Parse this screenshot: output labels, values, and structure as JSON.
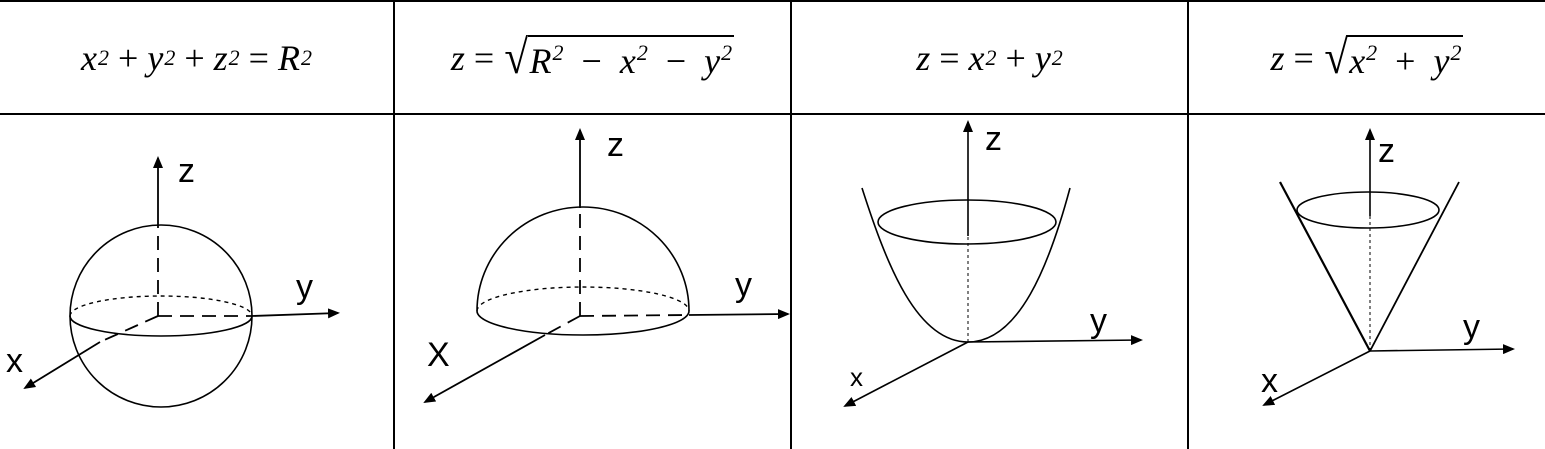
{
  "columns": [
    {
      "formula_parts": {
        "a": "x",
        "b": "y",
        "c": "z",
        "rhs": "R",
        "exp": "2",
        "plus": "+",
        "eq": "="
      },
      "axis_labels": {
        "z": "z",
        "y": "y",
        "x": "x"
      },
      "shape": "sphere"
    },
    {
      "formula_parts": {
        "lhs": "z",
        "eq": "=",
        "r": "R",
        "x": "x",
        "y": "y",
        "exp": "2",
        "minus": "−"
      },
      "axis_labels": {
        "z": "z",
        "y": "y",
        "x": "X"
      },
      "shape": "hemisphere"
    },
    {
      "formula_parts": {
        "lhs": "z",
        "eq": "=",
        "x": "x",
        "y": "y",
        "exp": "2",
        "plus": "+"
      },
      "axis_labels": {
        "z": "z",
        "y": "y",
        "x": "x"
      },
      "shape": "paraboloid"
    },
    {
      "formula_parts": {
        "lhs": "z",
        "eq": "=",
        "x": "x",
        "y": "y",
        "exp": "2",
        "plus": "+"
      },
      "axis_labels": {
        "z": "z",
        "y": "y",
        "x": "x"
      },
      "shape": "cone"
    }
  ],
  "colors": {
    "stroke": "#000000",
    "background": "#ffffff"
  }
}
